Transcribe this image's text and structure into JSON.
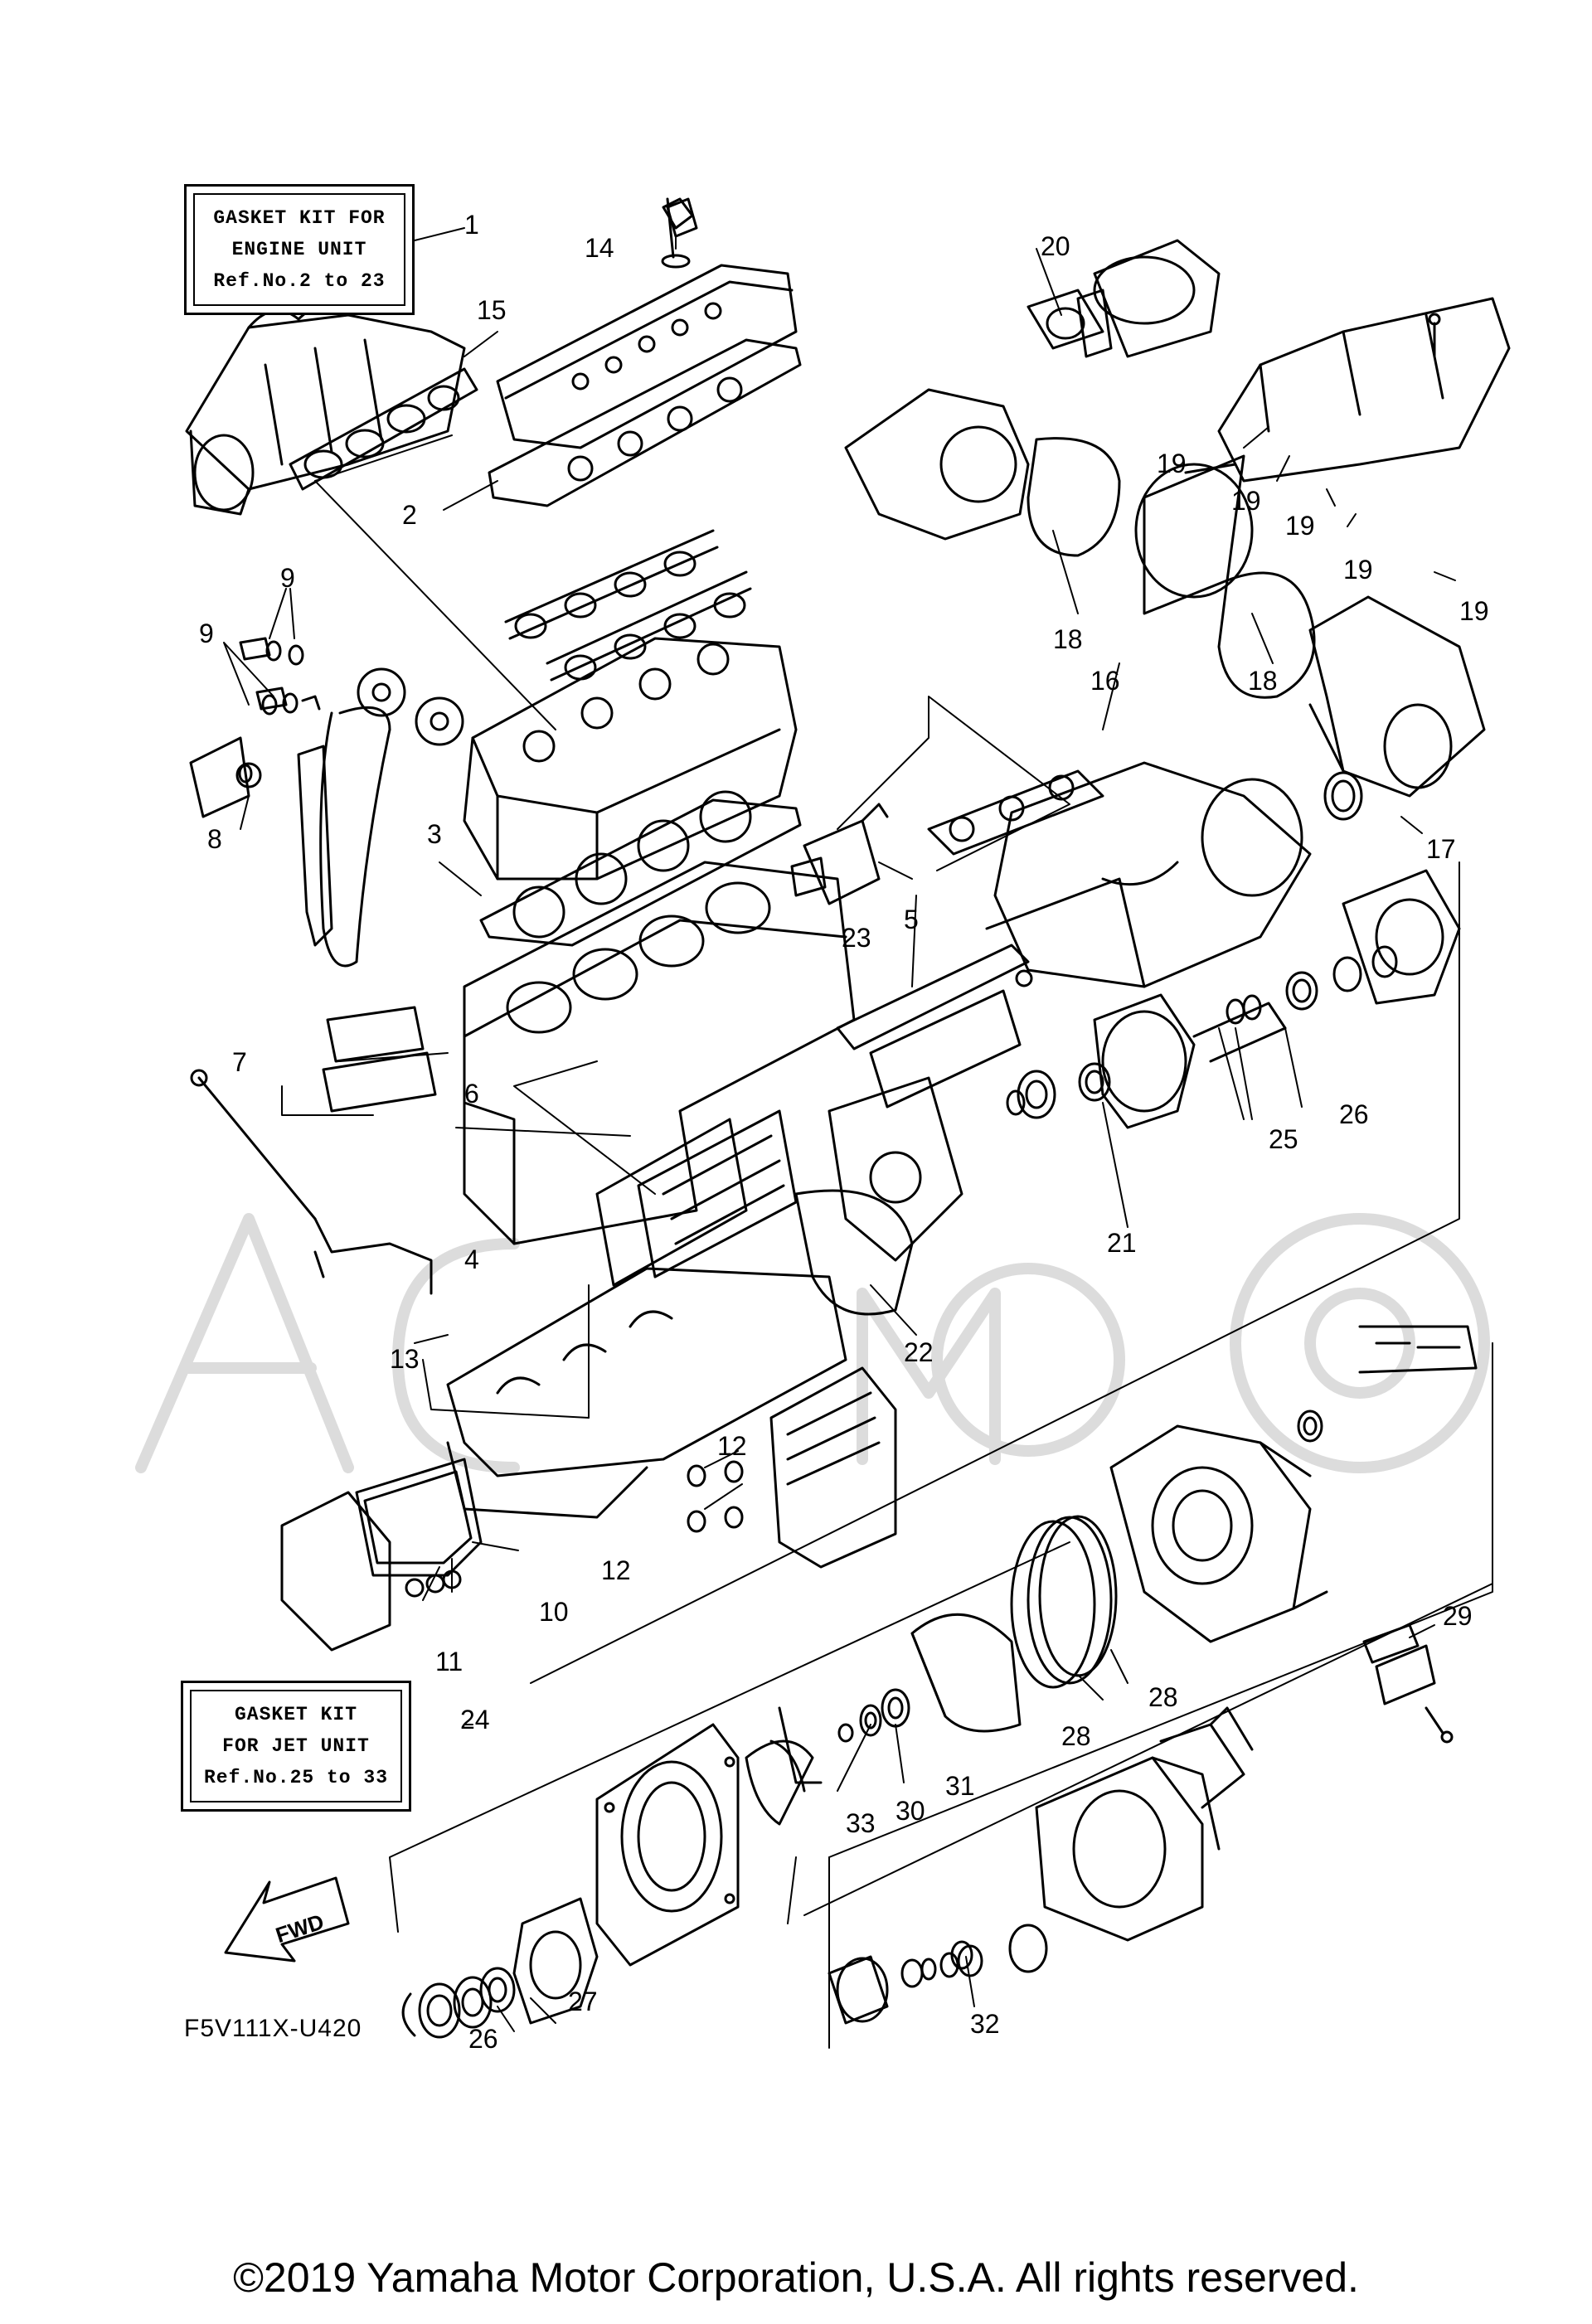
{
  "engine_box": {
    "line1": "GASKET KIT FOR",
    "line2": "ENGINE UNIT",
    "line3": "Ref.No.2 to 23"
  },
  "jet_box": {
    "line1": "GASKET KIT",
    "line2": "FOR JET UNIT",
    "line3": "Ref.No.25 to 33"
  },
  "diagram_code": "F5V111X-U420",
  "fwd_label": "FWD",
  "copyright": "©2019 Yamaha Motor Corporation, U.S.A. All rights reserved.",
  "callouts": [
    {
      "n": "1"
    },
    {
      "n": "2"
    },
    {
      "n": "3"
    },
    {
      "n": "4"
    },
    {
      "n": "5"
    },
    {
      "n": "6"
    },
    {
      "n": "7"
    },
    {
      "n": "8"
    },
    {
      "n": "9"
    },
    {
      "n": "9"
    },
    {
      "n": "10"
    },
    {
      "n": "11"
    },
    {
      "n": "12"
    },
    {
      "n": "12"
    },
    {
      "n": "13"
    },
    {
      "n": "14"
    },
    {
      "n": "15"
    },
    {
      "n": "16"
    },
    {
      "n": "17"
    },
    {
      "n": "18"
    },
    {
      "n": "18"
    },
    {
      "n": "19"
    },
    {
      "n": "19"
    },
    {
      "n": "19"
    },
    {
      "n": "19"
    },
    {
      "n": "19"
    },
    {
      "n": "20"
    },
    {
      "n": "21"
    },
    {
      "n": "22"
    },
    {
      "n": "23"
    },
    {
      "n": "24"
    },
    {
      "n": "25"
    },
    {
      "n": "26"
    },
    {
      "n": "26"
    },
    {
      "n": "27"
    },
    {
      "n": "28"
    },
    {
      "n": "28"
    },
    {
      "n": "29"
    },
    {
      "n": "30"
    },
    {
      "n": "31"
    },
    {
      "n": "32"
    },
    {
      "n": "33"
    }
  ]
}
